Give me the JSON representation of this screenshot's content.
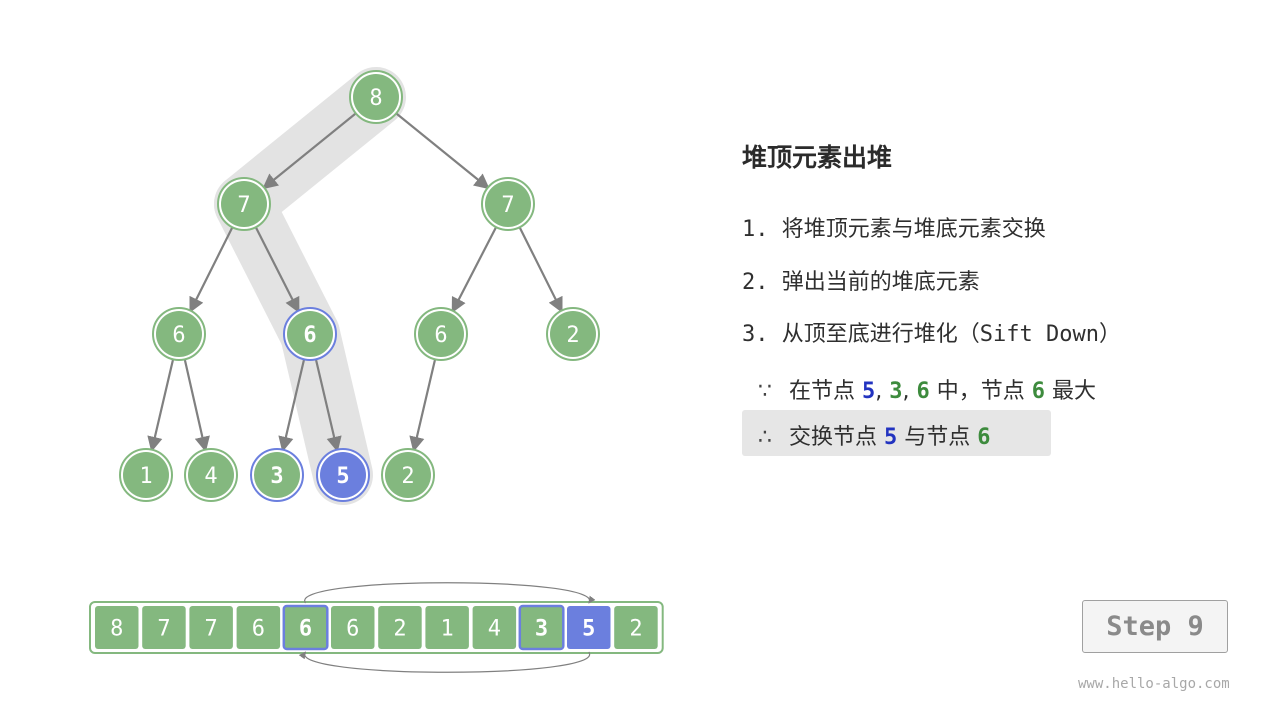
{
  "colors": {
    "node_green": "#84b87f",
    "node_blue": "#6b7fde",
    "edge": "#808080",
    "highlight": "#e3e3e3",
    "text_blue": "#2233c0",
    "text_green": "#3d8b3d"
  },
  "tree": {
    "nodes": [
      {
        "id": 0,
        "value": "8",
        "state": "normal"
      },
      {
        "id": 1,
        "value": "7",
        "state": "normal"
      },
      {
        "id": 2,
        "value": "7",
        "state": "normal"
      },
      {
        "id": 3,
        "value": "6",
        "state": "normal"
      },
      {
        "id": 4,
        "value": "6",
        "state": "selected"
      },
      {
        "id": 5,
        "value": "6",
        "state": "normal"
      },
      {
        "id": 6,
        "value": "2",
        "state": "normal"
      },
      {
        "id": 7,
        "value": "1",
        "state": "normal"
      },
      {
        "id": 8,
        "value": "4",
        "state": "normal"
      },
      {
        "id": 9,
        "value": "3",
        "state": "selected"
      },
      {
        "id": 10,
        "value": "5",
        "state": "active"
      },
      {
        "id": 11,
        "value": "2",
        "state": "normal"
      }
    ]
  },
  "array": {
    "cells": [
      {
        "value": "8",
        "state": "normal"
      },
      {
        "value": "7",
        "state": "normal"
      },
      {
        "value": "7",
        "state": "normal"
      },
      {
        "value": "6",
        "state": "normal"
      },
      {
        "value": "6",
        "state": "selected"
      },
      {
        "value": "6",
        "state": "normal"
      },
      {
        "value": "2",
        "state": "normal"
      },
      {
        "value": "1",
        "state": "normal"
      },
      {
        "value": "4",
        "state": "normal"
      },
      {
        "value": "3",
        "state": "selected"
      },
      {
        "value": "5",
        "state": "active"
      },
      {
        "value": "2",
        "state": "normal"
      }
    ]
  },
  "panel": {
    "title": "堆顶元素出堆",
    "steps": [
      "1. 将堆顶元素与堆底元素交换",
      "2. 弹出当前的堆底元素",
      "3. 从顶至底进行堆化（Sift Down）"
    ],
    "because": {
      "symbol": "∵",
      "prefix": "在节点",
      "n1": "5",
      "sep1": ",",
      "n2": "3",
      "sep2": ",",
      "n3": "6",
      "mid": "中，节点",
      "n4": "6",
      "suffix": "最大"
    },
    "therefore": {
      "symbol": "∴",
      "prefix": "交换节点",
      "n1": "5",
      "mid": "与节点",
      "n2": "6"
    }
  },
  "step_label": "Step 9",
  "watermark": "www.hello-algo.com"
}
